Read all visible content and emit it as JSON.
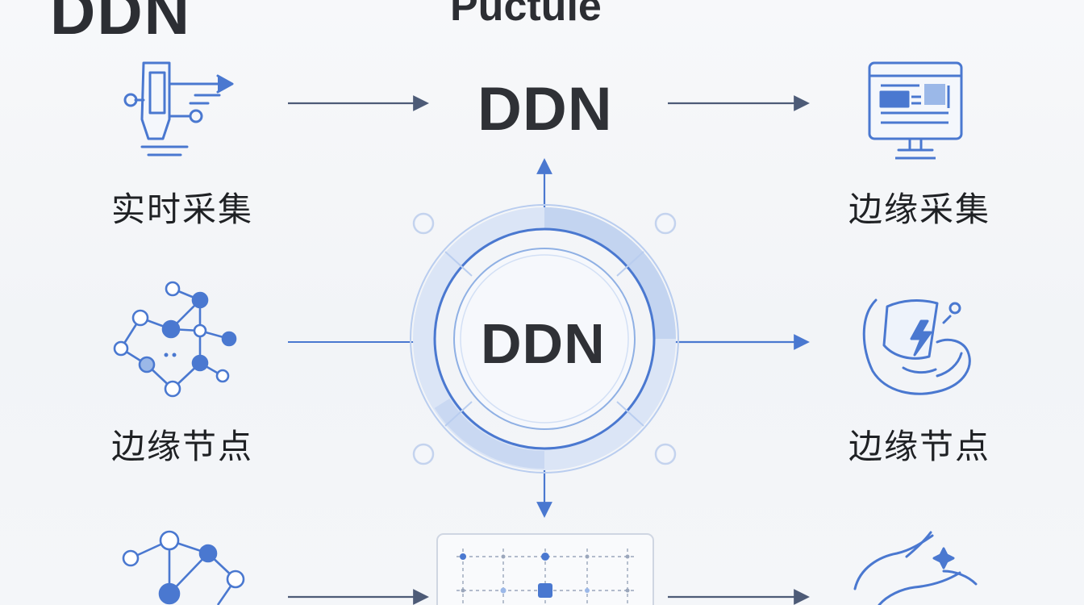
{
  "header": {
    "logo_text": "DDN",
    "title_text": "Puctule"
  },
  "diagram": {
    "top_node": "DDN",
    "center_node": "DDN",
    "left_labels": [
      "实时采集",
      "边缘节点"
    ],
    "right_labels": [
      "边缘采集",
      "边缘节点"
    ]
  },
  "colors": {
    "accent": "#4a78d0",
    "accent_light": "#c9d8f2",
    "line": "#4d5b77",
    "text": "#2c2e33"
  },
  "icons": {
    "left": [
      "data-pipeline-icon",
      "network-graph-icon",
      "network-cluster-icon"
    ],
    "right": [
      "monitor-dashboard-icon",
      "hand-energy-icon",
      "hands-sparkle-icon"
    ],
    "bottom_center": "grid-matrix-icon"
  }
}
